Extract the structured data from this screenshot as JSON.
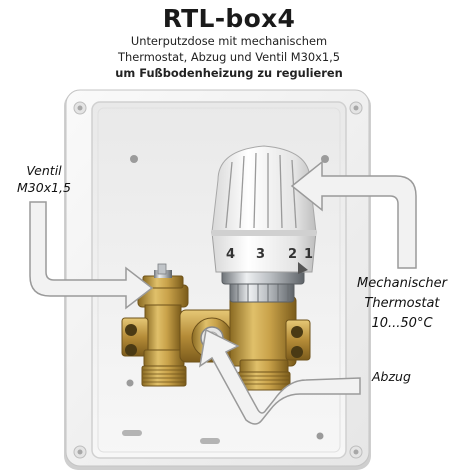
{
  "header": {
    "title": "RTL-box4",
    "subtitle_line1": "Unterputzdose mit mechanischem",
    "subtitle_line2": "Thermostat, Abzug und Ventil M30x1,5",
    "subtitle_line3": "um Fußbodenheizung zu regulieren"
  },
  "labels": {
    "ventil_line1": "Ventil",
    "ventil_line2": "M30x1,5",
    "mech_line1": "Mechanischer",
    "mech_line2": "Thermostat",
    "mech_line3": "10...50°C",
    "abzug": "Abzug"
  },
  "thermostat_scale": {
    "digits": [
      "1",
      "2",
      "3",
      "4"
    ]
  },
  "colors": {
    "box_white": "#f4f4f4",
    "box_shadow": "#d2d2d2",
    "brass": "#c9a24a",
    "brass_dark": "#8a6a22",
    "chrome": "#c8ccd0",
    "arrow_fill": "#f2f2f2",
    "arrow_stroke": "#9a9a9a"
  }
}
